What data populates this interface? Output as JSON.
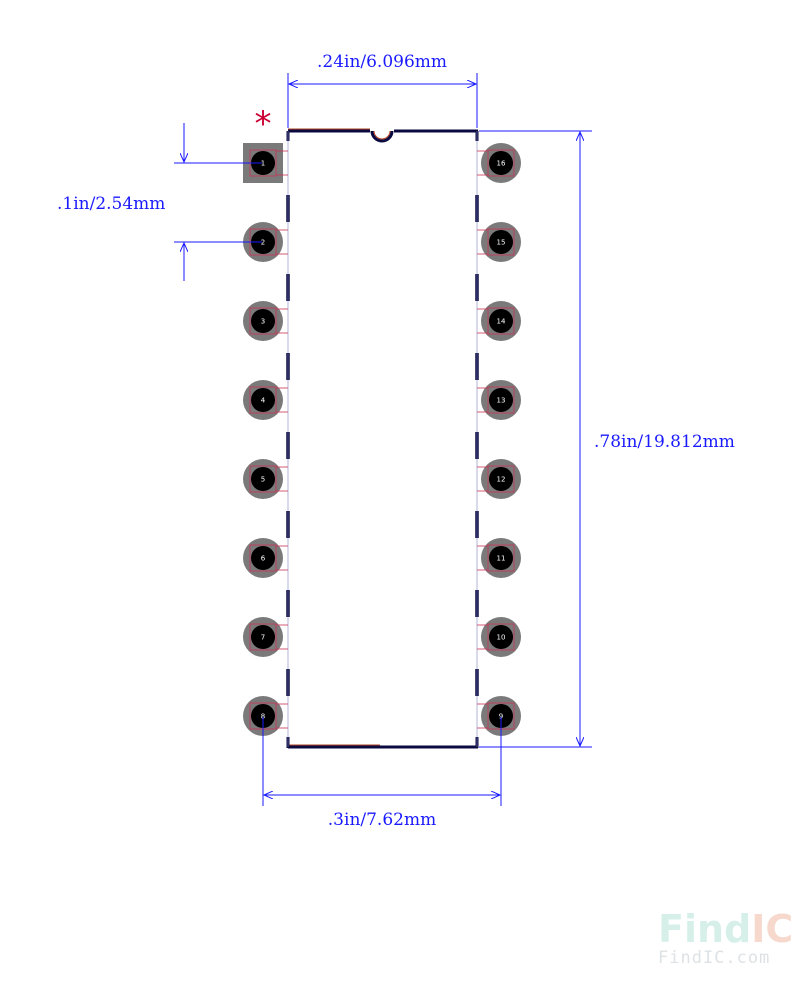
{
  "dimensions": {
    "body_width": ".24in/6.096mm",
    "pitch": ".1in/2.54mm",
    "body_length": ".78in/19.812mm",
    "row_spacing": ".3in/7.62mm"
  },
  "pin1_marker": "*",
  "pins_left": [
    "1",
    "2",
    "3",
    "4",
    "5",
    "6",
    "7",
    "8"
  ],
  "pins_right": [
    "16",
    "15",
    "14",
    "13",
    "12",
    "11",
    "10",
    "9"
  ],
  "watermark": {
    "logo_find": "Find",
    "logo_ic": "IC",
    "url": "FindIC.com"
  },
  "colors": {
    "dimension": "#1a1aff",
    "pad": "#7a7a7a",
    "drill": "#000000",
    "outline": "#0a0a40",
    "marker": "#cc0033",
    "pad_box": "#cc3355"
  }
}
